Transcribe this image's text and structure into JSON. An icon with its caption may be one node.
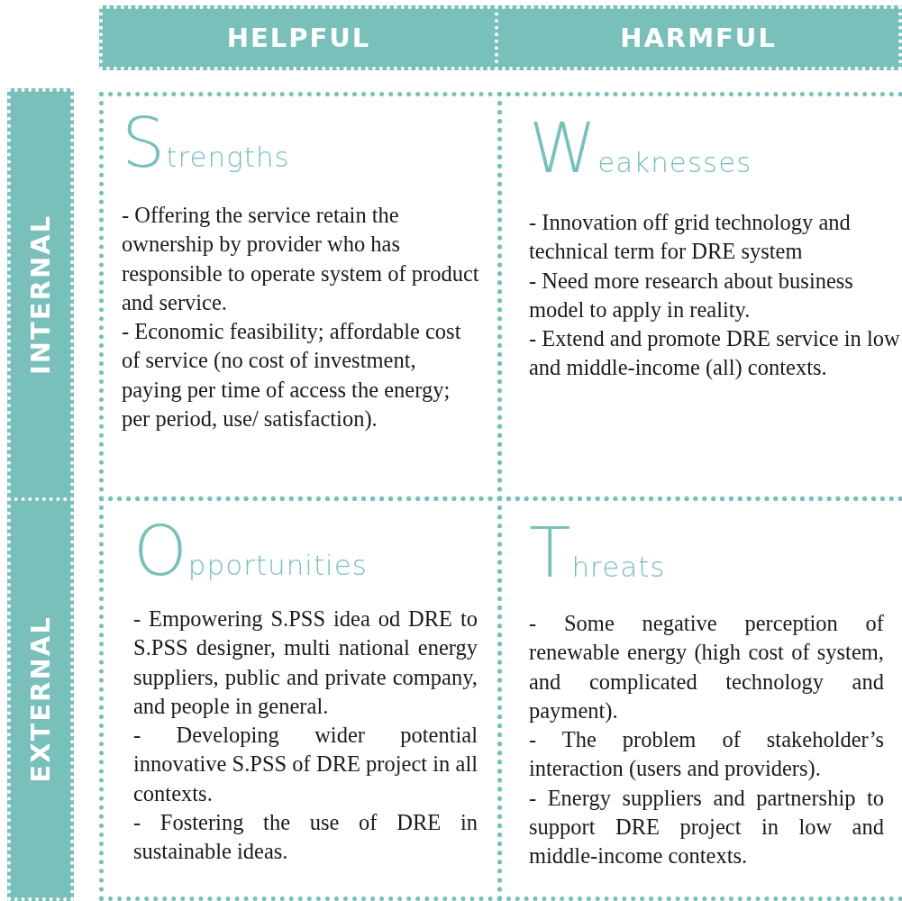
{
  "diagram": {
    "nodes": [
      {
        "text": [
          "HELPFUL"
        ]
      },
      {
        "text": [
          "HARMFUL"
        ]
      },
      {
        "text": [
          "INTERNAL"
        ]
      },
      {
        "text": [
          "EXTERNAL"
        ]
      },
      {
        "text": [
          "Strengths",
          "- Offering the service retain the ownership by provider who has responsible to operate system of product and service.",
          "- Economic feasibility; affordable cost of service (no cost of investment, paying per time of access the energy; per period, use/ satisfaction)."
        ]
      },
      {
        "text": [
          "Weaknesses",
          "- Innovation off grid technology and technical term for DRE system",
          "- Need more research about business model to apply in reality.",
          "- Extend and promote DRE service in low and middle-income (all) contexts."
        ]
      },
      {
        "text": [
          "Opportunities",
          "- Empowering S.PSS idea od DRE to S.PSS designer, multi national energy suppliers, public and private company, and people in general.",
          "- Developing wider potential innovative S.PSS of DRE project in all contexts.",
          "- Fostering the use of DRE in sustainable ideas."
        ]
      },
      {
        "text": [
          "Threats",
          "- Some negative perception of renewable energy (high cost of system, and complicated technology and payment).",
          "- The problem of stakeholder’s interaction (users and providers).",
          "- Energy suppliers and partnership to support DRE project in low and middle-income contexts."
        ]
      }
    ]
  }
}
